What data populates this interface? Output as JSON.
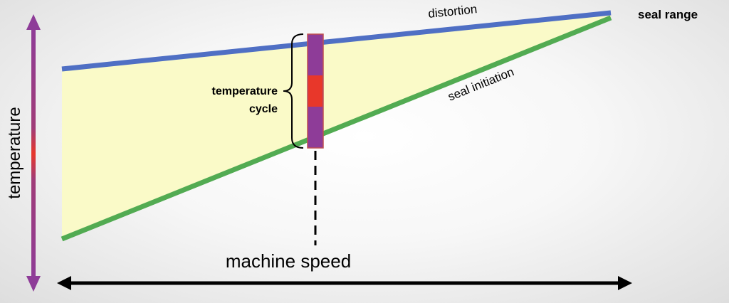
{
  "labels": {
    "distortion": "distortion",
    "seal_initiation": "seal initiation",
    "seal_range": "seal range",
    "temperature_cycle_line1": "temperature",
    "temperature_cycle_line2": "cycle",
    "y_axis": "temperature",
    "x_axis": "machine speed"
  },
  "colors": {
    "region_fill": "#fafac8",
    "distortion_line": "#4f6fc4",
    "seal_initiation_line": "#52ab52",
    "cycle_bar": "#8e3c98",
    "cycle_bar_center": "#e8372a",
    "axis_arrow_top": "#8e3c98",
    "axis_arrow_mid": "#e8372a",
    "x_arrow": "#000000"
  },
  "icons": {
    "y_axis": "double-headed-vertical-arrow",
    "x_axis": "double-headed-horizontal-arrow",
    "cycle": "curly-brace-icon"
  }
}
